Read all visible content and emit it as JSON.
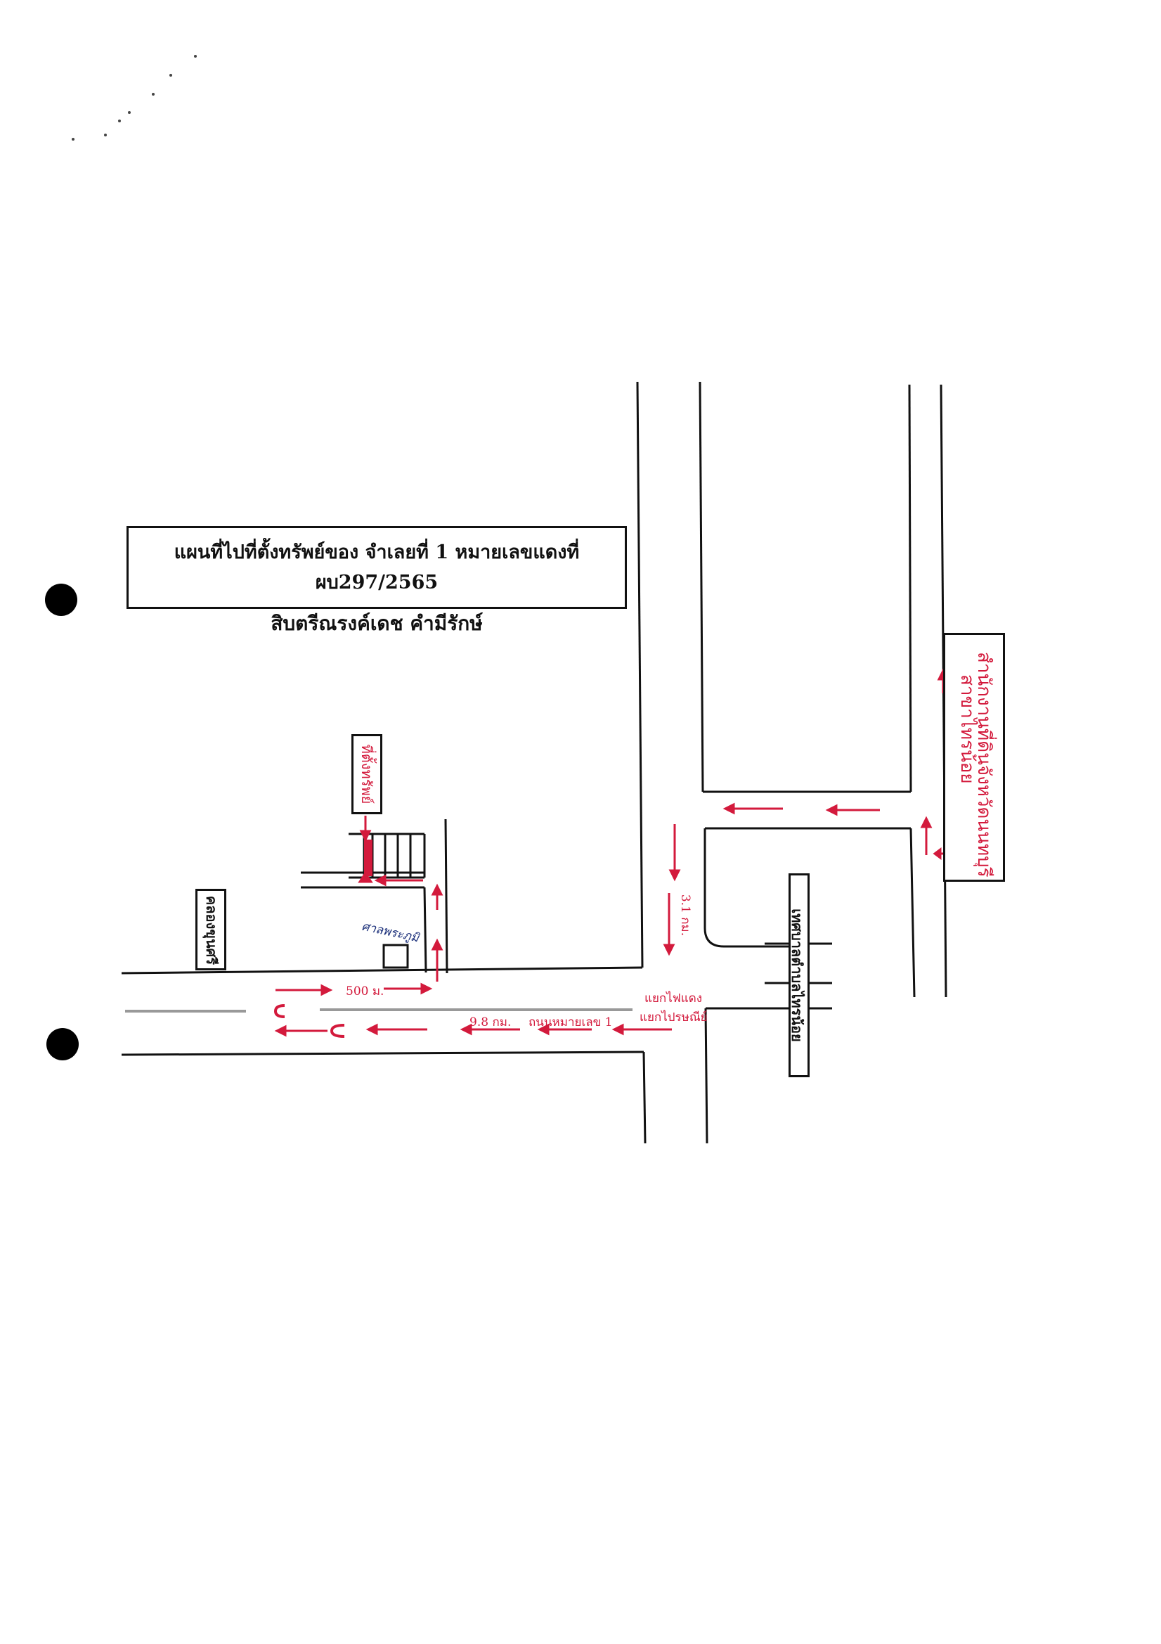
{
  "title": {
    "line1": "แผนที่ไปที่ตั้งทรัพย์ของ จำเลยที่ 1 หมายเลขแดงที่ ผบ297/2565",
    "line2": "สิบตรีณรงค์เดช คำมีรักษ์"
  },
  "places": {
    "land_office_name": "สำนักงานที่ดินจังหวัดนนทบุรี",
    "land_office_branch": "สาขาไทรน้อย",
    "municipality": "เทศบาลตำบลไทรน้อย",
    "property_marker": "ที่ตั้งทรัพย์",
    "canal": "คลองขุนศรี",
    "temple": "ศาลพระภูมิ"
  },
  "route": {
    "dist_3_1": "3.1 กม.",
    "traffic_light": "แยกไฟแดง",
    "intersection": "แยกไปรษณีย์",
    "road_name": "ถนนหมายเลข 1",
    "dist_9_8": "9.8 กม.",
    "dist_500": "500 ม."
  },
  "colors": {
    "route_red": "#d31a3c",
    "line_black": "#111111",
    "median_gray": "#999999"
  },
  "icons": [
    "punch-hole",
    "route-arrow",
    "u-turn-icon"
  ]
}
